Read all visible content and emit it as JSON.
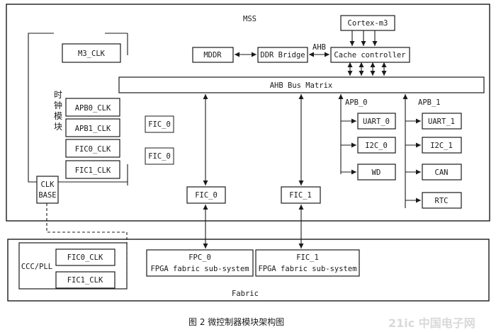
{
  "mss": {
    "label": "MSS",
    "cortex": "Cortex-m3",
    "mddr": "MDDR",
    "ddr_bridge": "DDR Bridge",
    "ahb": "AHB",
    "cache_controller": "Cache controller",
    "ahb_bus_matrix": "AHB Bus Matrix",
    "fic0_a": "FIC_0",
    "fic0_b": "FIC_0",
    "fic0_bus": "FIC_0",
    "fic1_bus": "FIC_1",
    "apb0": {
      "label": "APB_0",
      "uart": "UART_0",
      "i2c": "I2C_0",
      "wd": "WD"
    },
    "apb1": {
      "label": "APB_1",
      "uart": "UART_1",
      "i2c": "I2C_1",
      "can": "CAN",
      "rtc": "RTC"
    }
  },
  "clock_module": {
    "title": "时钟模块",
    "m3_clk": "M3_CLK",
    "apb0_clk": "APB0_CLK",
    "apb1_clk": "APB1_CLK",
    "fic0_clk": "FIC0_CLK",
    "fic1_clk": "FIC1_CLK",
    "clk_base_line1": "CLK",
    "clk_base_line2": "BASE"
  },
  "fabric": {
    "label": "Fabric",
    "ccc_pll": "CCC/PLL",
    "fic0_clk": "FIC0_CLK",
    "fic1_clk": "FIC1_CLK",
    "fpc0_line1": "FPC_0",
    "fpc0_line2": "FPGA fabric sub-system",
    "fic1_line1": "FIC_1",
    "fic1_line2": "FPGA fabric sub-system"
  },
  "caption": "图 2   微控制器模块架构图",
  "watermark": "21ic 中国电子网"
}
